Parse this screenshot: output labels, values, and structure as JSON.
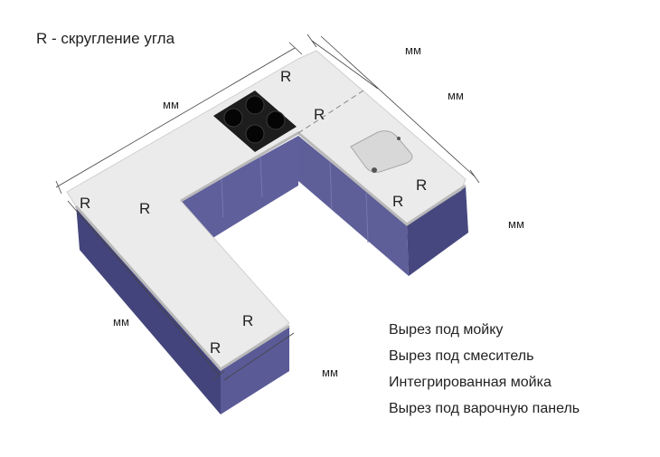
{
  "legend": {
    "radius_note": "R - скругление угла"
  },
  "dimensions": {
    "unit": "мм",
    "back_length": "мм",
    "right_depth_top": "мм",
    "right_length": "мм",
    "right_depth": "мм",
    "left_length": "мм",
    "left_depth": "мм"
  },
  "corner_marker": "R",
  "features": [
    "Вырез под мойку",
    "Вырез под смеситель",
    "Интегрированная мойка",
    "Вырез под варочную панель"
  ],
  "colors": {
    "countertop": "#ebebeb",
    "cabinet_front": "#5f5f98",
    "cabinet_side": "#43437a",
    "hob": "#1a1a1a",
    "text": "#222222"
  }
}
